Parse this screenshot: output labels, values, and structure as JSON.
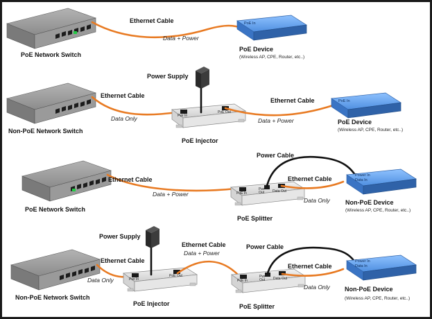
{
  "colors": {
    "ethernet_cable": "#e87a22",
    "power_cable": "#111111",
    "device_blue": "#4f8fe0",
    "switch_gray": "#8a8a8a",
    "led_green": "#22cc44",
    "background": "#ffffff",
    "frame": "#1a1a1a"
  },
  "icons": [
    "network-switch-icon",
    "poe-device-icon",
    "power-supply-icon",
    "poe-injector-icon",
    "poe-splitter-icon"
  ],
  "row1": {
    "switch_label": "PoE  Network Switch",
    "cable_label": "Ethernet Cable",
    "cable_caption": "Data + Power",
    "device_port": "PoE In",
    "device_label": "PoE Device",
    "device_sub": "(Wireless AP, CPE, Router, etc..)"
  },
  "row2": {
    "switch_label": "Non-PoE  Network Switch",
    "cable1_label": "Ethernet Cable",
    "cable1_caption": "Data  Only",
    "power_supply_label": "Power Supply",
    "injector_port_in": "Pwr In",
    "injector_port_out": "PoE Out",
    "injector_label": "PoE Injector",
    "cable2_label": "Ethernet Cable",
    "cable2_caption": "Data + Power",
    "device_port": "PoE In",
    "device_label": "PoE Device",
    "device_sub": "(Wireless AP, CPE, Router, etc..)"
  },
  "row3": {
    "switch_label": "PoE  Network Switch",
    "cable1_label": "Ethernet Cable",
    "cable1_caption": "Data + Power",
    "splitter_port_in": "PoE In",
    "splitter_port_pwr_a": "Pwr",
    "splitter_port_pwr_b": "Out",
    "splitter_port_data": "Data Out",
    "splitter_label": "PoE Splitter",
    "power_cable_label": "Power Cable",
    "cable2_label": "Ethernet Cable",
    "cable2_caption": "Data  Only",
    "device_port_1": "Power In",
    "device_port_2": "Data In",
    "device_label": "Non-PoE Device",
    "device_sub": "(Wireless AP, CPE, Router, etc..)"
  },
  "row4": {
    "switch_label": "Non-PoE  Network Switch",
    "cable1_label": "Ethernet Cable",
    "cable1_caption": "Data  Only",
    "power_supply_label": "Power Supply",
    "injector_port_in": "Pwr In",
    "injector_port_out": "PoE Out",
    "injector_label": "PoE Injector",
    "cable2_label": "Ethernet Cable",
    "cable2_caption": "Data + Power",
    "splitter_port_in": "PoE In",
    "splitter_port_pwr_a": "Pwr",
    "splitter_port_pwr_b": "Out",
    "splitter_port_data": "Data Out",
    "splitter_label": "PoE Splitter",
    "power_cable_label": "Power Cable",
    "cable3_label": "Ethernet Cable",
    "cable3_caption": "Data  Only",
    "device_port_1": "Power In",
    "device_port_2": "Data In",
    "device_label": "Non-PoE Device",
    "device_sub": "(Wireless AP, CPE, Router, etc..)"
  }
}
